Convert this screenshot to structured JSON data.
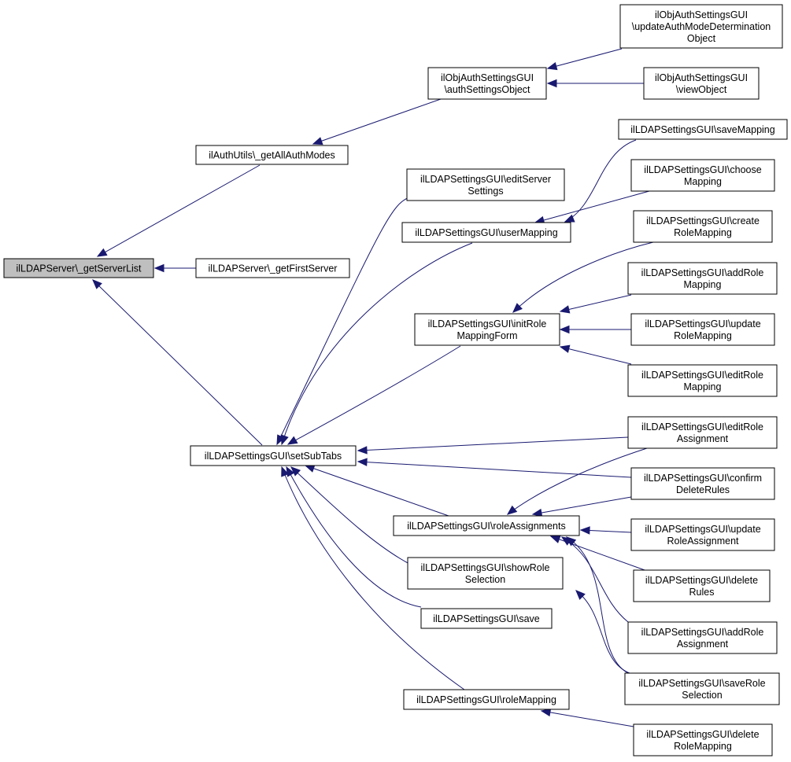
{
  "diagram": {
    "type": "call-graph",
    "edge_color": "#191970",
    "root_fill": "#bfbfbf",
    "nodes": [
      {
        "id": "getServerList",
        "lines": [
          "ilLDAPServer\\_getServerList"
        ],
        "highlight": true
      },
      {
        "id": "getAllAuthModes",
        "lines": [
          "ilAuthUtils\\_getAllAuthModes"
        ]
      },
      {
        "id": "getFirstServer",
        "lines": [
          "ilLDAPServer\\_getFirstServer"
        ]
      },
      {
        "id": "setSubTabs",
        "lines": [
          "ilLDAPSettingsGUI\\setSubTabs"
        ]
      },
      {
        "id": "authSettingsObject",
        "lines": [
          "ilObjAuthSettingsGUI",
          "\\authSettingsObject"
        ]
      },
      {
        "id": "updateAuthMode",
        "lines": [
          "ilObjAuthSettingsGUI",
          "\\updateAuthModeDetermination",
          "Object"
        ]
      },
      {
        "id": "viewObject",
        "lines": [
          "ilObjAuthSettingsGUI",
          "\\viewObject"
        ]
      },
      {
        "id": "editServerSettings",
        "lines": [
          "ilLDAPSettingsGUI\\editServer",
          "Settings"
        ]
      },
      {
        "id": "userMapping",
        "lines": [
          "ilLDAPSettingsGUI\\userMapping"
        ]
      },
      {
        "id": "initRoleMappingForm",
        "lines": [
          "ilLDAPSettingsGUI\\initRole",
          "MappingForm"
        ]
      },
      {
        "id": "roleAssignments",
        "lines": [
          "ilLDAPSettingsGUI\\roleAssignments"
        ]
      },
      {
        "id": "showRoleSelection",
        "lines": [
          "ilLDAPSettingsGUI\\showRole",
          "Selection"
        ]
      },
      {
        "id": "save",
        "lines": [
          "ilLDAPSettingsGUI\\save"
        ]
      },
      {
        "id": "roleMapping",
        "lines": [
          "ilLDAPSettingsGUI\\roleMapping"
        ]
      },
      {
        "id": "saveMapping",
        "lines": [
          "ilLDAPSettingsGUI\\saveMapping"
        ]
      },
      {
        "id": "chooseMapping",
        "lines": [
          "ilLDAPSettingsGUI\\choose",
          "Mapping"
        ]
      },
      {
        "id": "createRoleMapping",
        "lines": [
          "ilLDAPSettingsGUI\\create",
          "RoleMapping"
        ]
      },
      {
        "id": "addRoleMapping",
        "lines": [
          "ilLDAPSettingsGUI\\addRole",
          "Mapping"
        ]
      },
      {
        "id": "updateRoleMapping",
        "lines": [
          "ilLDAPSettingsGUI\\update",
          "RoleMapping"
        ]
      },
      {
        "id": "editRoleMapping",
        "lines": [
          "ilLDAPSettingsGUI\\editRole",
          "Mapping"
        ]
      },
      {
        "id": "editRoleAssignment",
        "lines": [
          "ilLDAPSettingsGUI\\editRole",
          "Assignment"
        ]
      },
      {
        "id": "confirmDeleteRules",
        "lines": [
          "ilLDAPSettingsGUI\\confirm",
          "DeleteRules"
        ]
      },
      {
        "id": "updateRoleAssignment",
        "lines": [
          "ilLDAPSettingsGUI\\update",
          "RoleAssignment"
        ]
      },
      {
        "id": "deleteRules",
        "lines": [
          "ilLDAPSettingsGUI\\delete",
          "Rules"
        ]
      },
      {
        "id": "addRoleAssignment",
        "lines": [
          "ilLDAPSettingsGUI\\addRole",
          "Assignment"
        ]
      },
      {
        "id": "saveRoleSelection",
        "lines": [
          "ilLDAPSettingsGUI\\saveRole",
          "Selection"
        ]
      },
      {
        "id": "deleteRoleMapping",
        "lines": [
          "ilLDAPSettingsGUI\\delete",
          "RoleMapping"
        ]
      }
    ],
    "edges": [
      {
        "from": "getAllAuthModes",
        "to": "getServerList"
      },
      {
        "from": "getFirstServer",
        "to": "getServerList"
      },
      {
        "from": "setSubTabs",
        "to": "getServerList"
      },
      {
        "from": "authSettingsObject",
        "to": "getAllAuthModes"
      },
      {
        "from": "updateAuthMode",
        "to": "authSettingsObject"
      },
      {
        "from": "viewObject",
        "to": "authSettingsObject"
      },
      {
        "from": "editServerSettings",
        "to": "setSubTabs"
      },
      {
        "from": "userMapping",
        "to": "setSubTabs"
      },
      {
        "from": "initRoleMappingForm",
        "to": "setSubTabs"
      },
      {
        "from": "editRoleAssignment",
        "to": "setSubTabs"
      },
      {
        "from": "confirmDeleteRules",
        "to": "setSubTabs"
      },
      {
        "from": "roleAssignments",
        "to": "setSubTabs"
      },
      {
        "from": "showRoleSelection",
        "to": "setSubTabs"
      },
      {
        "from": "save",
        "to": "setSubTabs"
      },
      {
        "from": "roleMapping",
        "to": "setSubTabs"
      },
      {
        "from": "saveMapping",
        "to": "userMapping"
      },
      {
        "from": "chooseMapping",
        "to": "userMapping"
      },
      {
        "from": "createRoleMapping",
        "to": "initRoleMappingForm"
      },
      {
        "from": "addRoleMapping",
        "to": "initRoleMappingForm"
      },
      {
        "from": "updateRoleMapping",
        "to": "initRoleMappingForm"
      },
      {
        "from": "editRoleMapping",
        "to": "initRoleMappingForm"
      },
      {
        "from": "editRoleAssignment",
        "to": "roleAssignments"
      },
      {
        "from": "confirmDeleteRules",
        "to": "roleAssignments"
      },
      {
        "from": "updateRoleAssignment",
        "to": "roleAssignments"
      },
      {
        "from": "deleteRules",
        "to": "roleAssignments"
      },
      {
        "from": "addRoleAssignment",
        "to": "roleAssignments"
      },
      {
        "from": "saveRoleSelection",
        "to": "roleAssignments"
      },
      {
        "from": "saveRoleSelection",
        "to": "showRoleSelection"
      },
      {
        "from": "deleteRoleMapping",
        "to": "roleMapping"
      }
    ]
  }
}
